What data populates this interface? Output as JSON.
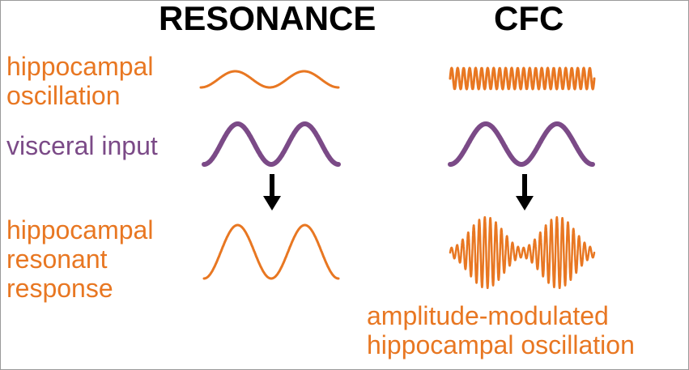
{
  "headings": {
    "resonance": "RESONANCE",
    "cfc": "CFC"
  },
  "labels": {
    "hippocampal_oscillation": [
      "hippocampal",
      "oscillation"
    ],
    "visceral_input": "visceral input",
    "hippocampal_resonant_response": [
      "hippocampal",
      "resonant",
      "response"
    ],
    "amplitude_modulated_oscillation": [
      "amplitude-modulated",
      "hippocampal oscillation"
    ]
  },
  "colors": {
    "hippocampal": "#e87722",
    "visceral": "#7b4a87",
    "arrow": "#000000",
    "heading": "#000000"
  },
  "waves": {
    "resonance_oscillation": {
      "amplitude": "small",
      "cycles": 2,
      "color": "hippocampal"
    },
    "resonance_input": {
      "amplitude": "large",
      "cycles": 2,
      "color": "visceral"
    },
    "resonance_response": {
      "amplitude": "large",
      "cycles": 2,
      "color": "hippocampal"
    },
    "cfc_oscillation": {
      "amplitude": "small",
      "cycles": 24,
      "color": "hippocampal"
    },
    "cfc_input": {
      "amplitude": "large",
      "cycles": 2,
      "color": "visceral"
    },
    "cfc_response": {
      "carrier_cycles": 26,
      "envelope_cycles": 2,
      "color": "hippocampal"
    }
  },
  "icons": {
    "resonance_arrow": "arrow-down-icon",
    "cfc_arrow": "arrow-down-icon"
  }
}
